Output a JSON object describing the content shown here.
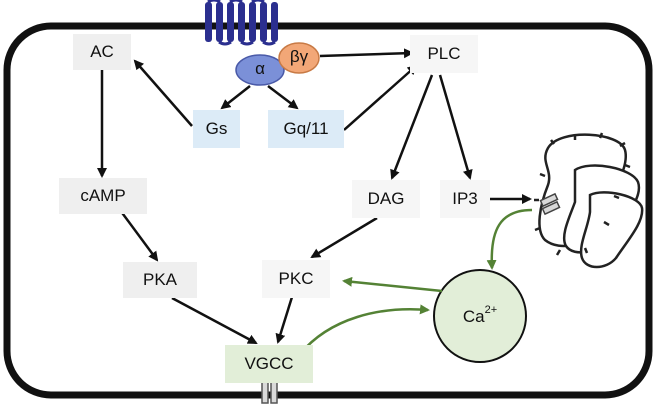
{
  "nodes": {
    "ac": "AC",
    "camp": "cAMP",
    "pka": "PKA",
    "gs": "Gs",
    "gq": "Gq/11",
    "plc": "PLC",
    "dag": "DAG",
    "ip3": "IP3",
    "pkc": "PKC",
    "vgcc": "VGCC",
    "ca": "Ca",
    "ca_charge": "2+",
    "alpha": "α",
    "betagamma": "βγ"
  },
  "colors": {
    "membrane": "#111111",
    "receptor": "#2b2f8f",
    "alpha_fill": "#7b90d8",
    "betagamma_fill": "#f2a777",
    "ca_fill": "#e2eed8",
    "green_arrow": "#548235",
    "arrow": "#111111"
  },
  "icons": [
    "receptor-icon",
    "endoplasmic-reticulum-icon",
    "ip3-channel-icon",
    "vgcc-channel-icon"
  ]
}
